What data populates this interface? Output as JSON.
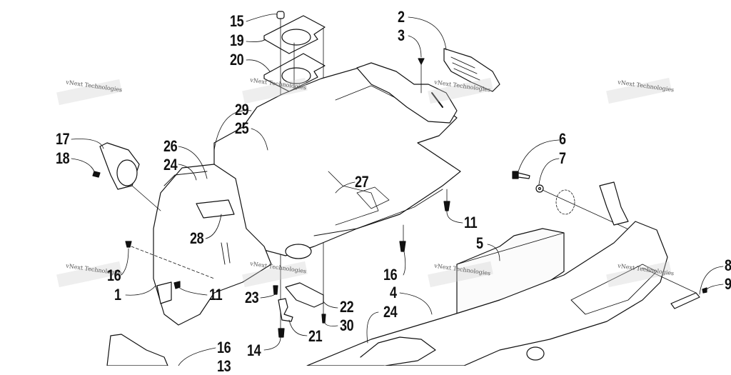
{
  "diagram": {
    "type": "exploded-parts-diagram",
    "subject": "snowmobile belly pan / side panel assembly",
    "watermark": "vNext Technologies",
    "callouts": [
      {
        "id": "c15",
        "label": "15"
      },
      {
        "id": "c19",
        "label": "19"
      },
      {
        "id": "c20",
        "label": "20"
      },
      {
        "id": "c2",
        "label": "2"
      },
      {
        "id": "c3",
        "label": "3"
      },
      {
        "id": "c29",
        "label": "29"
      },
      {
        "id": "c25",
        "label": "25"
      },
      {
        "id": "c26",
        "label": "26"
      },
      {
        "id": "c24a",
        "label": "24"
      },
      {
        "id": "c17",
        "label": "17"
      },
      {
        "id": "c18",
        "label": "18"
      },
      {
        "id": "c27",
        "label": "27"
      },
      {
        "id": "c6",
        "label": "6"
      },
      {
        "id": "c7",
        "label": "7"
      },
      {
        "id": "c11a",
        "label": "11"
      },
      {
        "id": "c28",
        "label": "28"
      },
      {
        "id": "c5",
        "label": "5"
      },
      {
        "id": "c16a",
        "label": "16"
      },
      {
        "id": "c16b",
        "label": "16"
      },
      {
        "id": "c1",
        "label": "1"
      },
      {
        "id": "c11b",
        "label": "11"
      },
      {
        "id": "c23",
        "label": "23"
      },
      {
        "id": "c4",
        "label": "4"
      },
      {
        "id": "c22",
        "label": "22"
      },
      {
        "id": "c24b",
        "label": "24"
      },
      {
        "id": "c30",
        "label": "30"
      },
      {
        "id": "c21",
        "label": "21"
      },
      {
        "id": "c14",
        "label": "14"
      },
      {
        "id": "c16c",
        "label": "16"
      },
      {
        "id": "c13",
        "label": "13"
      },
      {
        "id": "c8",
        "label": "8"
      },
      {
        "id": "c9",
        "label": "9"
      }
    ]
  }
}
